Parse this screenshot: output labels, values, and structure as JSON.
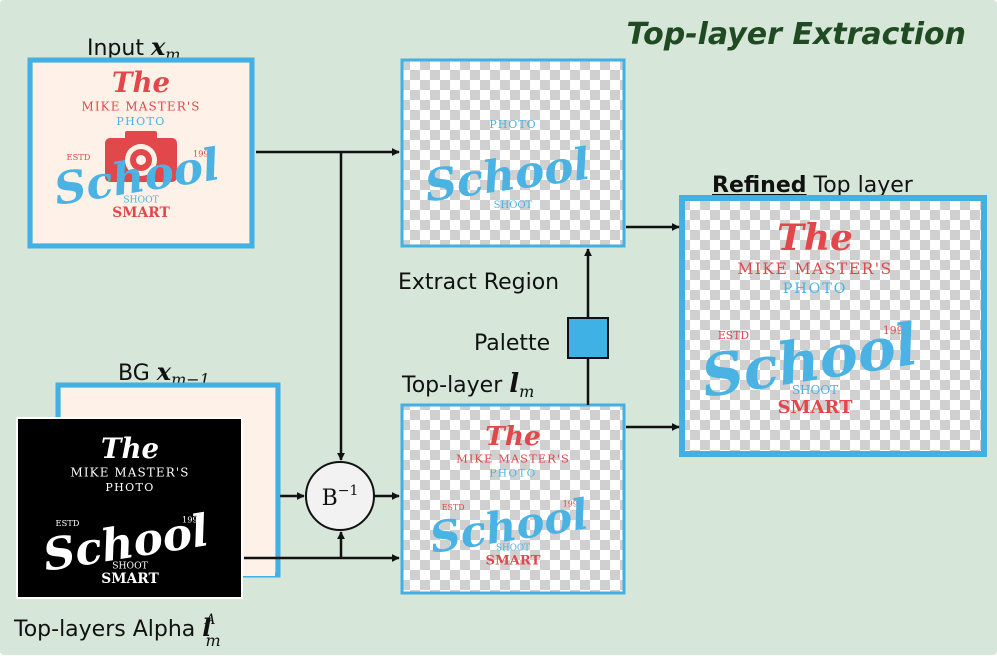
{
  "title": "Top-layer Extraction",
  "input_label": {
    "prefix": "Input ",
    "sym": "x",
    "sub": "m"
  },
  "bg_label": {
    "prefix": "BG ",
    "sym": "x",
    "sub": "m−1"
  },
  "alpha_label": {
    "prefix": "Top-layers Alpha ",
    "sym": "l",
    "sub": "m",
    "sup": "A"
  },
  "toplayer_label": {
    "prefix": "Top-layer ",
    "sym": "l",
    "sub": "m"
  },
  "extract_label": "Extract Region",
  "palette_label": "Palette",
  "refined_label": {
    "bold": "Refined",
    "rest": " Top layer"
  },
  "operator": {
    "base": "B",
    "sup": "−1"
  },
  "logo": {
    "the": "The",
    "name": "MIKE MASTER'S",
    "photo": "PHOTO",
    "estd": "ESTD",
    "year": "1998",
    "school": "School",
    "shoot": "SHOOT",
    "smart": "SMART"
  },
  "colors": {
    "background": "#d6e6d8",
    "title": "#1f4a22",
    "frame_blue": "#42b0e4",
    "logo_red": "#e2474b",
    "logo_blue": "#4ab3e4",
    "cream": "#fdf1e8",
    "palette": "#3fb1e4"
  }
}
